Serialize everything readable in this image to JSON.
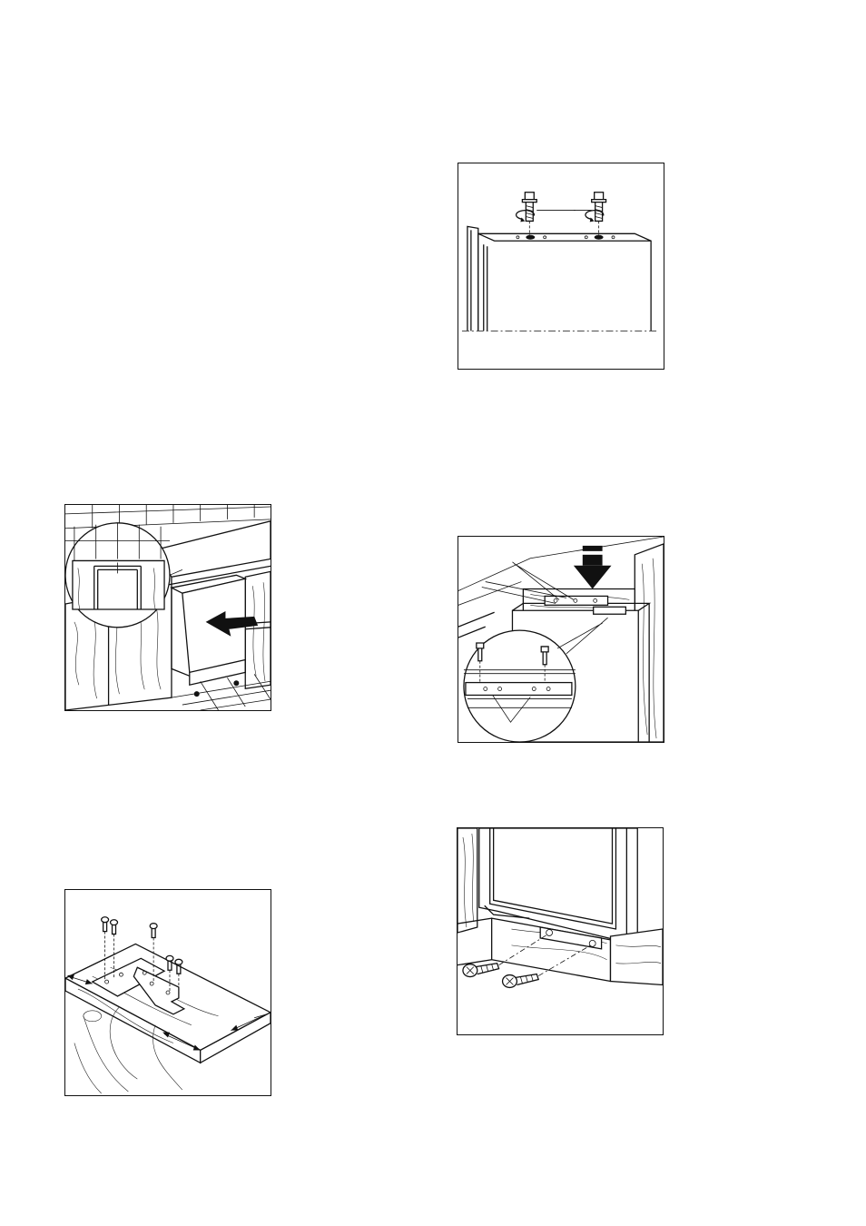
{
  "figures": [
    {
      "id": "fig-a",
      "depicts": "adjust-screws-top-of-door"
    },
    {
      "id": "fig-b",
      "depicts": "slide-appliance-into-cabinet"
    },
    {
      "id": "fig-c",
      "depicts": "fix-brackets-under-worktop"
    },
    {
      "id": "fig-d",
      "depicts": "screw-plinth-bracket"
    },
    {
      "id": "fig-e",
      "depicts": "mount-hinge-bracket-on-door-panel"
    }
  ]
}
